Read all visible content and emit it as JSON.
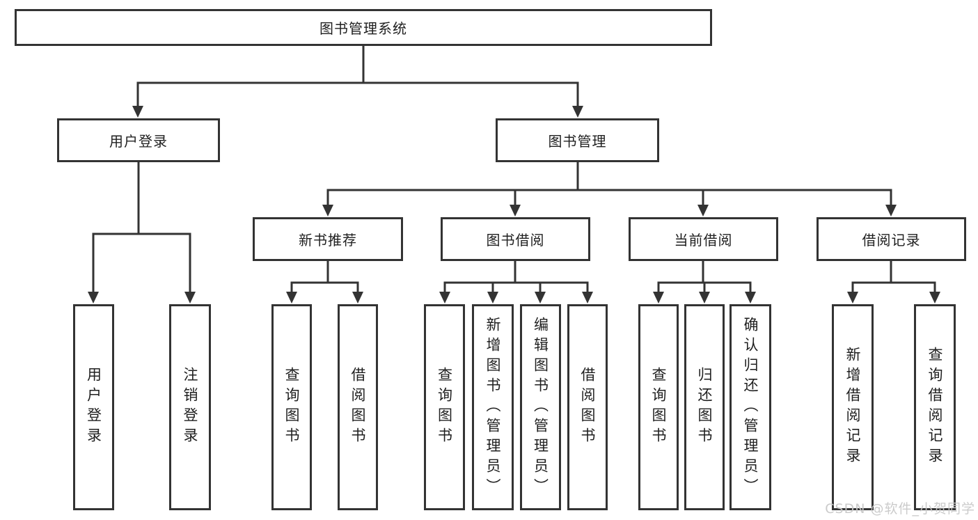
{
  "tree": {
    "label": "图书管理系统",
    "children": [
      {
        "label": "用户登录",
        "children": [
          {
            "label": "用户登录"
          },
          {
            "label": "注销登录"
          }
        ]
      },
      {
        "label": "图书管理",
        "children": [
          {
            "label": "新书推荐",
            "children": [
              {
                "label": "查询图书"
              },
              {
                "label": "借阅图书"
              }
            ]
          },
          {
            "label": "图书借阅",
            "children": [
              {
                "label": "查询图书"
              },
              {
                "label": "新增图书（管理员）"
              },
              {
                "label": "编辑图书（管理员）"
              },
              {
                "label": "借阅图书"
              }
            ]
          },
          {
            "label": "当前借阅",
            "children": [
              {
                "label": "查询图书"
              },
              {
                "label": "归还图书"
              },
              {
                "label": "确认归还（管理员）"
              }
            ]
          },
          {
            "label": "借阅记录",
            "children": [
              {
                "label": "新增借阅记录"
              },
              {
                "label": "查询借阅记录"
              }
            ]
          }
        ]
      }
    ]
  },
  "watermark": {
    "text": "CSDN @软件_小贺同学"
  },
  "colors": {
    "line": "#333333",
    "text": "#1f1f1f",
    "box_background": "#ffffff",
    "page_background": "#ffffff",
    "watermark": "#c9c9c9"
  }
}
